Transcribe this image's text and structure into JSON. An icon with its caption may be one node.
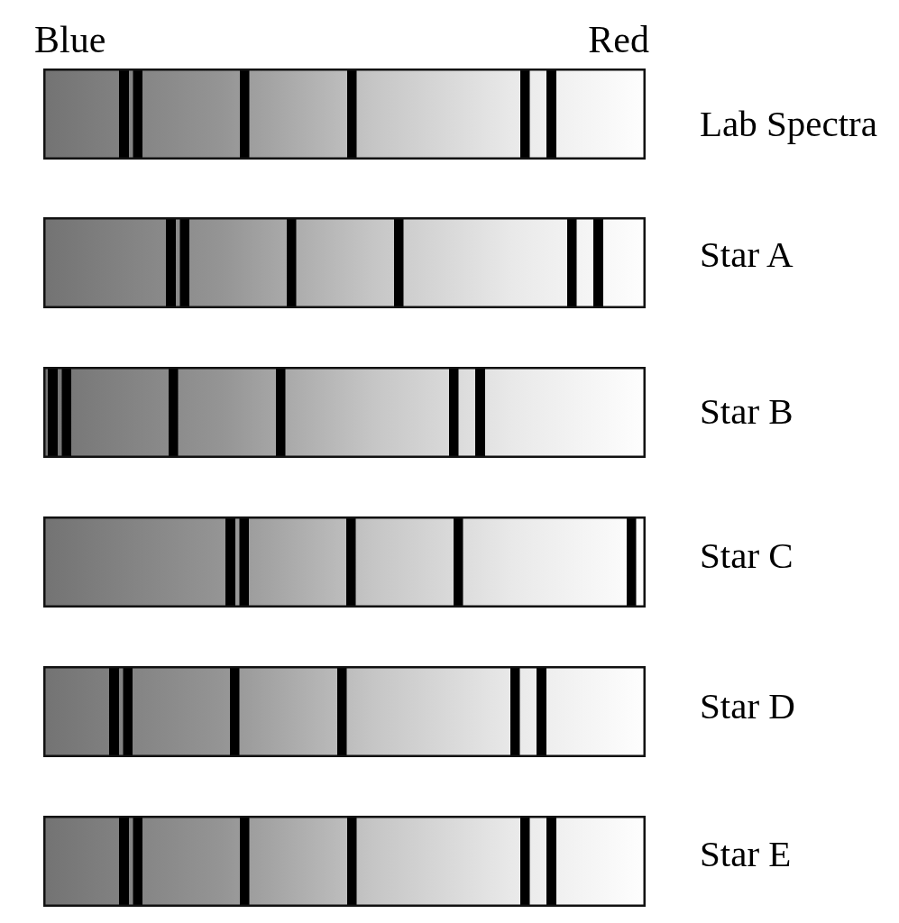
{
  "diagram": {
    "nodes": [
      {
        "text": [],
        "shape": "bar",
        "beside": [
          "Lab Spectra"
        ]
      },
      {
        "text": [],
        "shape": "bar",
        "beside": [
          "Star A"
        ]
      },
      {
        "text": [],
        "shape": "bar",
        "beside": [
          "Star B"
        ]
      },
      {
        "text": [],
        "shape": "bar",
        "beside": [
          "Star C"
        ]
      },
      {
        "text": [],
        "shape": "bar",
        "beside": [
          "Star D"
        ]
      },
      {
        "text": [],
        "shape": "bar",
        "beside": [
          "Star E"
        ]
      }
    ],
    "labels": [
      "Blue",
      "Red"
    ]
  }
}
